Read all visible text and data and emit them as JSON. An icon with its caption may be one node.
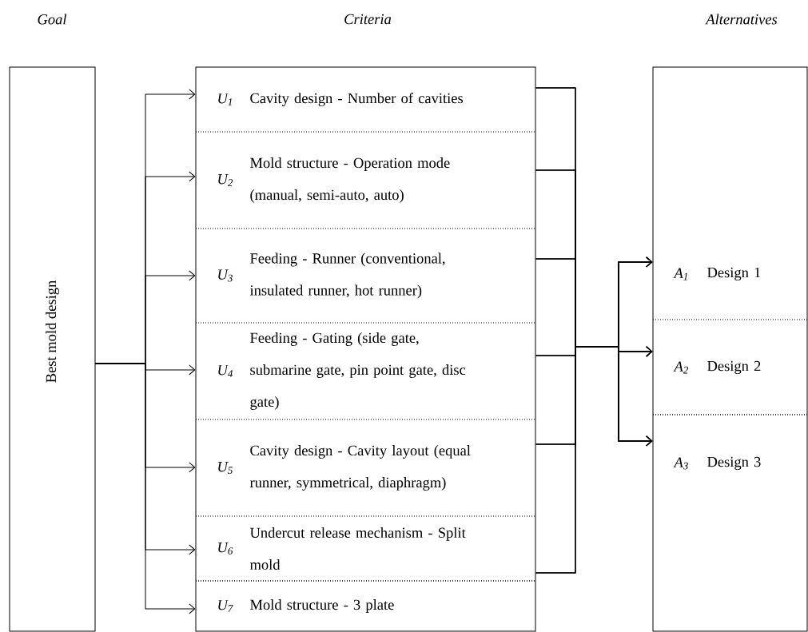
{
  "diagram": {
    "nodes": [
      {
        "text": [
          "Goal",
          "Best mold design"
        ]
      },
      {
        "text": [
          "Criteria"
        ]
      },
      {
        "text": [
          "U$_{1}$",
          "Cavity design - Number of cavities"
        ],
        "in": 1
      },
      {
        "text": [
          "U$_{2}$",
          "Mold structure - Operation mode (manual, semi-auto, auto)"
        ],
        "in": 1
      },
      {
        "text": [
          "U$_{3}$",
          "Feeding - Runner (conventional, insulated runner, hot runner)"
        ],
        "in": 1
      },
      {
        "text": [
          "U$_{4}$",
          "Feeding - Gating (side gate, submarine gate, pin point gate, disc gate)"
        ],
        "in": 1
      },
      {
        "text": [
          "U$_{5}$",
          "Cavity design - Cavity layout (equal runner, symmetrical, diaphragm)"
        ],
        "in": 1
      },
      {
        "text": [
          "U$_{6}$",
          "Undercut release mechanism - Split mold"
        ],
        "in": 1
      },
      {
        "text": [
          "U$_{7}$",
          "Mold structure - 3 plate"
        ],
        "in": 1
      },
      {
        "text": [
          "Alternatives"
        ]
      },
      {
        "text": [
          "A$_{1}$",
          "Design 1"
        ],
        "in": 9
      },
      {
        "text": [
          "A$_{2}$",
          "Design 2"
        ],
        "in": 9
      },
      {
        "text": [
          "A$_{3}$",
          "Design 3"
        ],
        "in": 9
      }
    ],
    "edges": [
      {
        "from": 0,
        "to": 2,
        "arrow": "to"
      },
      {
        "from": 0,
        "to": 3,
        "arrow": "to"
      },
      {
        "from": 0,
        "to": 4,
        "arrow": "to"
      },
      {
        "from": 0,
        "to": 5,
        "arrow": "to"
      },
      {
        "from": 0,
        "to": 6,
        "arrow": "to"
      },
      {
        "from": 0,
        "to": 7,
        "arrow": "to"
      },
      {
        "from": 0,
        "to": 8,
        "arrow": "to"
      },
      {
        "from": 2,
        "to": 10,
        "arrow": "to"
      },
      {
        "from": 2,
        "to": 11,
        "arrow": "to"
      },
      {
        "from": 2,
        "to": 12,
        "arrow": "to"
      },
      {
        "from": 3,
        "to": 10,
        "arrow": "to"
      },
      {
        "from": 3,
        "to": 11,
        "arrow": "to"
      },
      {
        "from": 3,
        "to": 12,
        "arrow": "to"
      },
      {
        "from": 4,
        "to": 10,
        "arrow": "to"
      },
      {
        "from": 4,
        "to": 11,
        "arrow": "to"
      },
      {
        "from": 4,
        "to": 12,
        "arrow": "to"
      },
      {
        "from": 5,
        "to": 10,
        "arrow": "to"
      },
      {
        "from": 5,
        "to": 11,
        "arrow": "to"
      },
      {
        "from": 5,
        "to": 12,
        "arrow": "to"
      },
      {
        "from": 6,
        "to": 10,
        "arrow": "to"
      },
      {
        "from": 6,
        "to": 11,
        "arrow": "to"
      },
      {
        "from": 6,
        "to": 12,
        "arrow": "to"
      },
      {
        "from": 7,
        "to": 10,
        "arrow": "to"
      },
      {
        "from": 7,
        "to": 11,
        "arrow": "to"
      },
      {
        "from": 7,
        "to": 12,
        "arrow": "to"
      }
    ]
  }
}
